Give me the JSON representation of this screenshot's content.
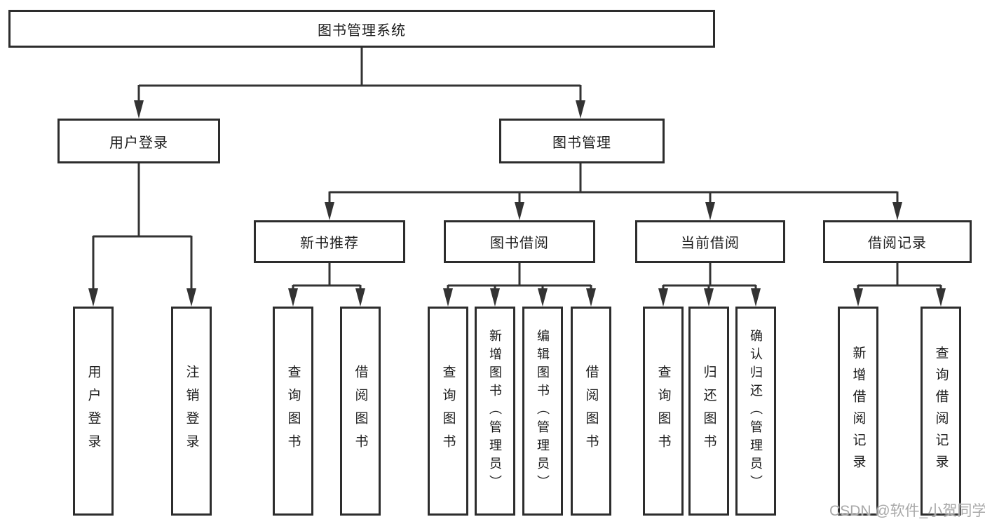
{
  "nodes": {
    "root": "图书管理系统",
    "user_login": "用户登录",
    "book_management": "图书管理",
    "new_book_recommend": "新书推荐",
    "book_borrowing": "图书借阅",
    "current_borrowing": "当前借阅",
    "borrowing_records": "借阅记录",
    "leaves": {
      "user_login": [
        "用户登录",
        "注销登录"
      ],
      "new_book_recommend": [
        "查询图书",
        "借阅图书"
      ],
      "book_borrowing": [
        "查询图书",
        "新增图书（管理员）",
        "编辑图书（管理员）",
        "借阅图书"
      ],
      "current_borrowing": [
        "查询图书",
        "归还图书",
        "确认归还（管理员）"
      ],
      "borrowing_records": [
        "新增借阅记录",
        "查询借阅记录"
      ]
    }
  },
  "watermark": "CSDN @软件_小贺同学",
  "colors": {
    "line": "#333333",
    "box_border": "#2d2d2d",
    "text": "#1c1c1c",
    "watermark": "#a8a8a8",
    "background": "#ffffff"
  }
}
